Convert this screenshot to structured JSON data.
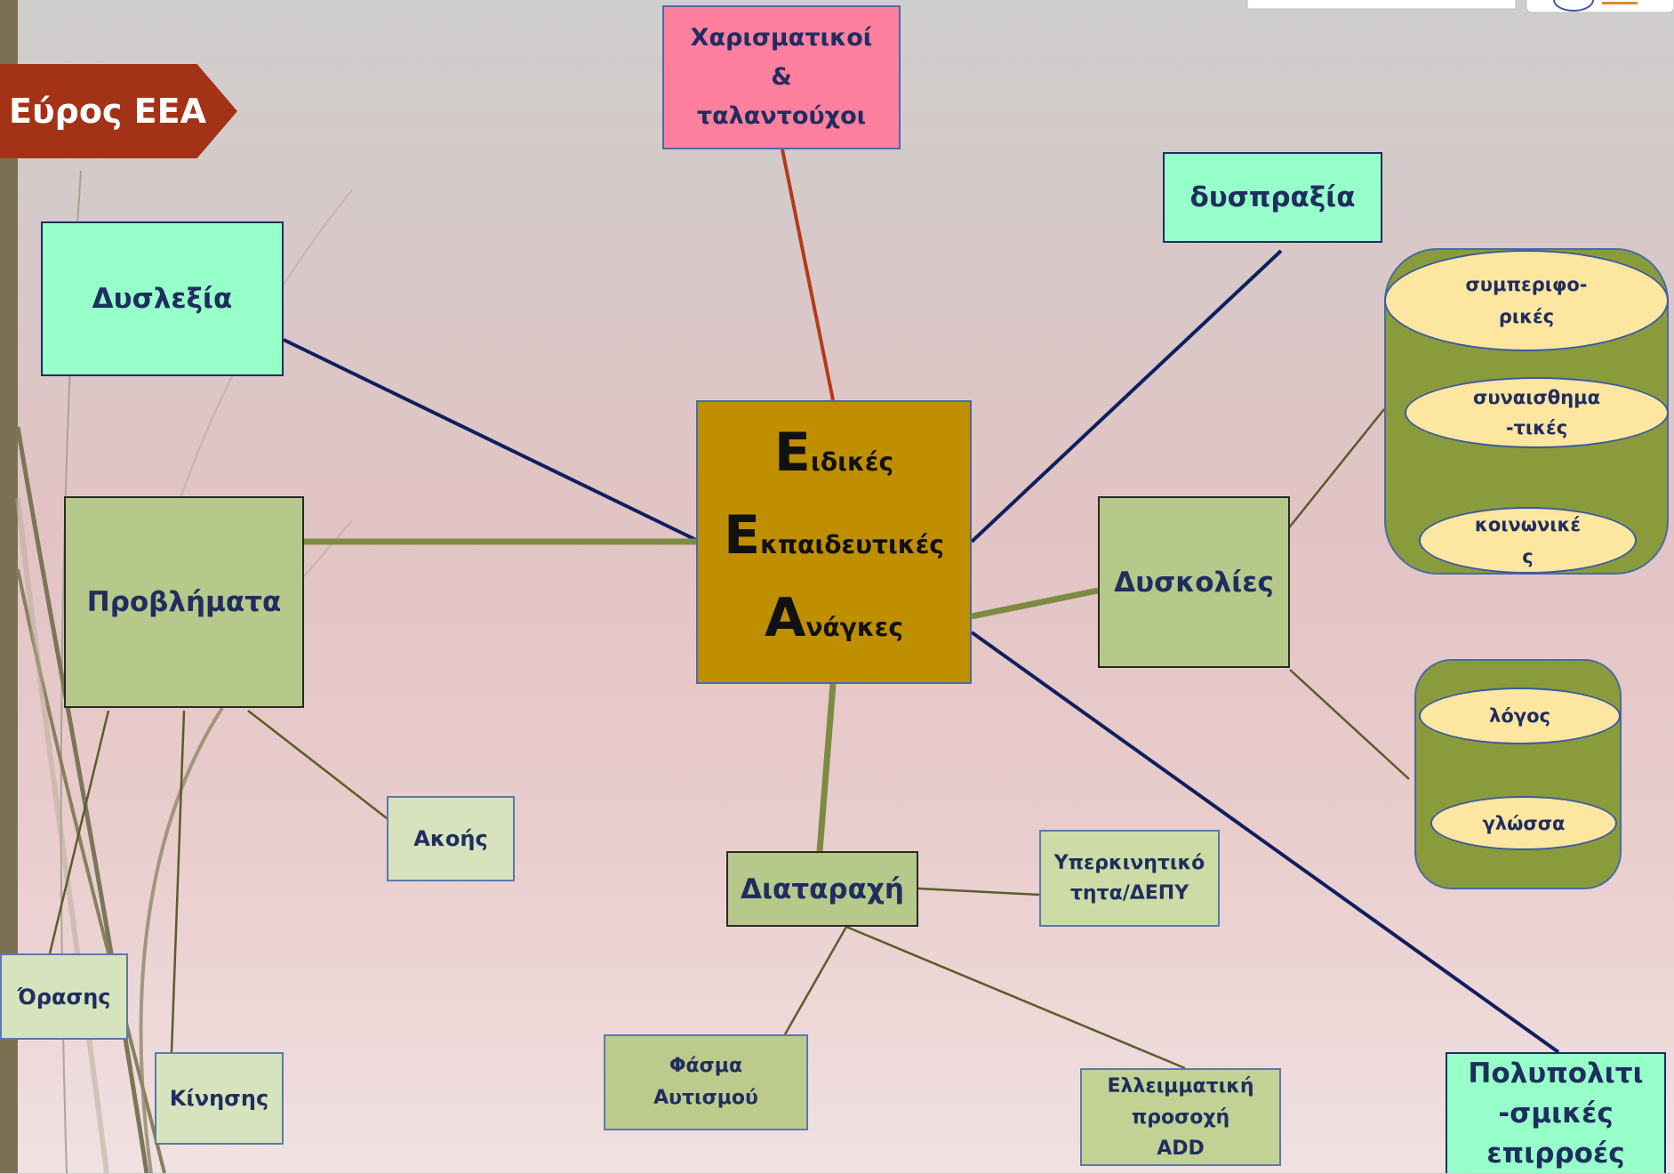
{
  "tag": {
    "label": "Εύρος ΕΕΑ"
  },
  "center": {
    "lines": [
      {
        "initial": "Ε",
        "rest": "ιδικές"
      },
      {
        "initial": "Ε",
        "rest": "κπαιδευτικές"
      },
      {
        "initial": "Α",
        "rest": "νάγκες"
      }
    ]
  },
  "nodes": {
    "gifted": {
      "lines": [
        "Χαρισματικοί",
        "&",
        "ταλαντούχοι"
      ]
    },
    "dyslexia": {
      "label": "Δυσλεξία"
    },
    "dyspraxia": {
      "label": "δυσπραξία"
    },
    "problems": {
      "label": "Προβλήματα",
      "children": {
        "hearing": "Ακοής",
        "vision": "Όρασης",
        "movement": "Κίνησης"
      }
    },
    "difficulties": {
      "label": "Δυσκολίες",
      "group1": [
        [
          "συμπεριφο-",
          "ρικές"
        ],
        [
          "συναισθημα",
          "-τικές"
        ],
        [
          "κοινωνικέ",
          "ς"
        ]
      ],
      "group2": [
        "λόγος",
        "γλώσσα"
      ]
    },
    "disorder": {
      "label": "Διαταραχή",
      "children": {
        "adhd": [
          "Υπερκινητικό",
          "τητα/ΔΕΠΥ"
        ],
        "autism": [
          "Φάσμα",
          "Αυτισμού"
        ],
        "add": [
          "Ελλειμματική",
          "προσοχή",
          "ADD"
        ]
      }
    },
    "multicultural": {
      "lines": [
        "Πολυπολιτι",
        "-σμικές",
        "επιρροές"
      ]
    }
  },
  "colors": {
    "navy_text": "#1f2d5f",
    "center_fill": "#bf8f00",
    "gifted_fill": "#ff7f9f",
    "aqua_fill": "#97ffca",
    "olive_fill": "#b6c98a",
    "light_green_fill": "#d6e3bc",
    "cylinder_fill": "#8a9b3b",
    "ellipse_fill": "#fde6a0",
    "tag_fill": "#a33216",
    "red_connector": "#b23a1f",
    "navy_connector": "#0f1f5e",
    "olive_connector": "#7b8b42",
    "thin_connector": "#5a5c2a"
  }
}
